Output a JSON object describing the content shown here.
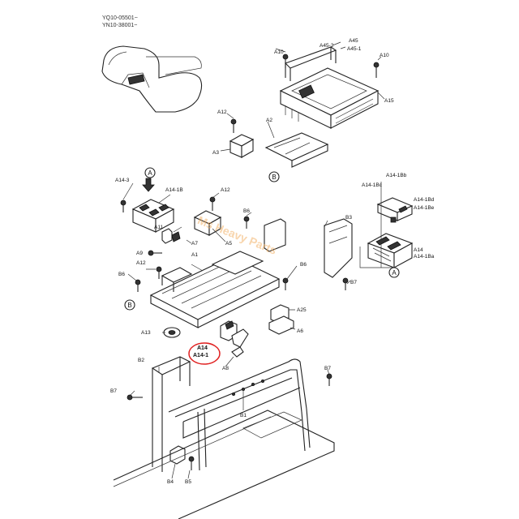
{
  "header": {
    "line1": "YQ10-05501~",
    "line2": "YN10-38001~"
  },
  "watermark": "Ms Heavy Parts",
  "circle_markers": {
    "a_top": "A",
    "a_right": "A",
    "b_upper": "B",
    "b_lower": "B"
  },
  "highlight": {
    "top": "A14",
    "label": "A14-1",
    "color": "#e02020"
  },
  "labels": {
    "A10_left": "A10",
    "A45_2": "A45-2",
    "A45": "A45",
    "A45_1": "A45-1",
    "A10_right": "A10",
    "A15": "A15",
    "A12_top": "A12",
    "A2": "A2",
    "A3": "A3",
    "A14_1Bb": "A14-1Bb",
    "A14_1Bc": "A14-1Bc",
    "A14_1Bd": "A14-1Bd",
    "A14_1Be": "A14-1Be",
    "A14_r": "A14",
    "A14_1Ba": "A14-1Ba",
    "A14_3": "A14-3",
    "A14_1B": "A14-1B",
    "A12_mid": "A12",
    "A11": "A11",
    "A7": "A7",
    "A5": "A5",
    "B6_top": "B6",
    "B3": "B3",
    "A9": "A9",
    "A12_left": "A12",
    "A1": "A1",
    "B6_mid": "B6",
    "B7_right": "B7",
    "B6_left": "B6",
    "A25": "A25",
    "A6": "A6",
    "A13": "A13",
    "A8": "A8",
    "B2": "B2",
    "B7_mid": "B7",
    "B7_left": "B7",
    "B1": "B1",
    "B4": "B4",
    "B5": "B5"
  }
}
